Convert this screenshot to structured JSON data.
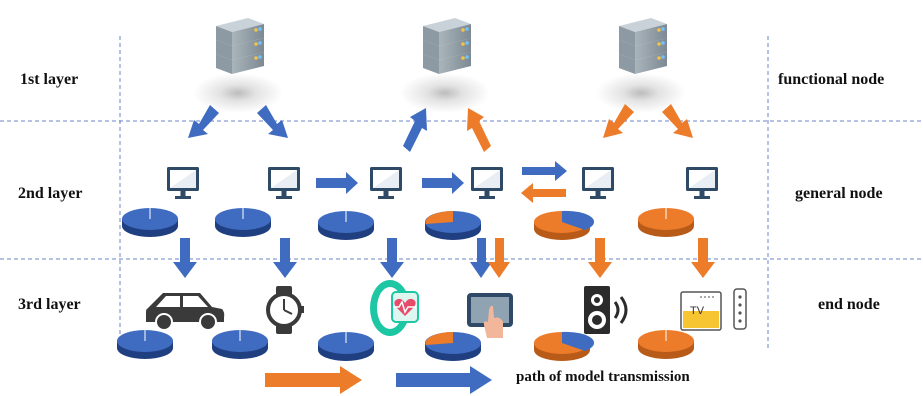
{
  "layers": [
    {
      "label": "1st layer",
      "node_type": "functional node"
    },
    {
      "label": "2nd layer",
      "node_type": "general node"
    },
    {
      "label": "3rd layer",
      "node_type": "end node"
    }
  ],
  "legend": {
    "label": "path of model transmission"
  },
  "end_device_labels": {
    "tv": "TV"
  },
  "colors": {
    "blue": "#3f6cc0",
    "orange": "#ec7b2a",
    "divider": "#6d86c8"
  },
  "icons": [
    "server-icon",
    "monitor-icon",
    "car-icon",
    "watch-icon",
    "fitness-band-icon",
    "tablet-icon",
    "speaker-icon",
    "tv-icon",
    "remote-icon"
  ]
}
